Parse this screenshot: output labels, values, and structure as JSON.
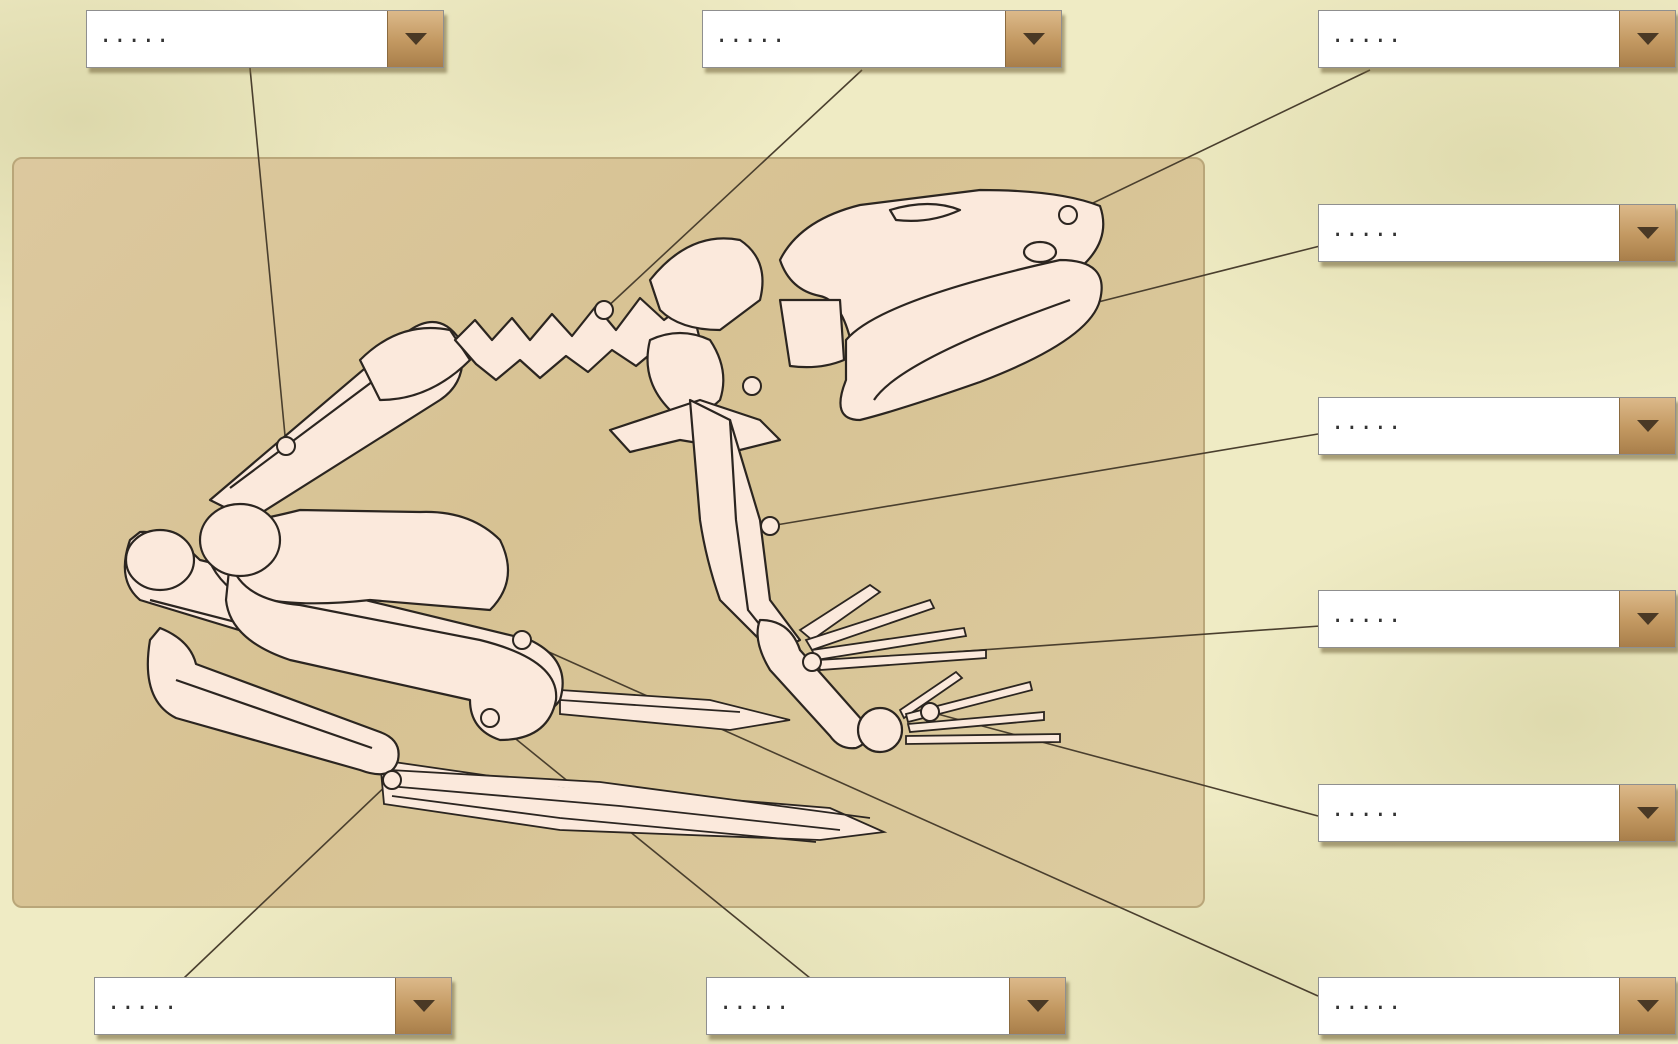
{
  "dropdowns": [
    {
      "id": "top-left",
      "value": "....."
    },
    {
      "id": "top-middle",
      "value": "....."
    },
    {
      "id": "right-1",
      "value": "....."
    },
    {
      "id": "right-2",
      "value": "....."
    },
    {
      "id": "right-3",
      "value": "....."
    },
    {
      "id": "right-4",
      "value": "....."
    },
    {
      "id": "right-5",
      "value": "....."
    },
    {
      "id": "bottom-left",
      "value": "....."
    },
    {
      "id": "bottom-middle",
      "value": "....."
    },
    {
      "id": "bottom-right",
      "value": "....."
    }
  ],
  "icons": {
    "dropdown_arrow": "chevron-down-icon"
  }
}
